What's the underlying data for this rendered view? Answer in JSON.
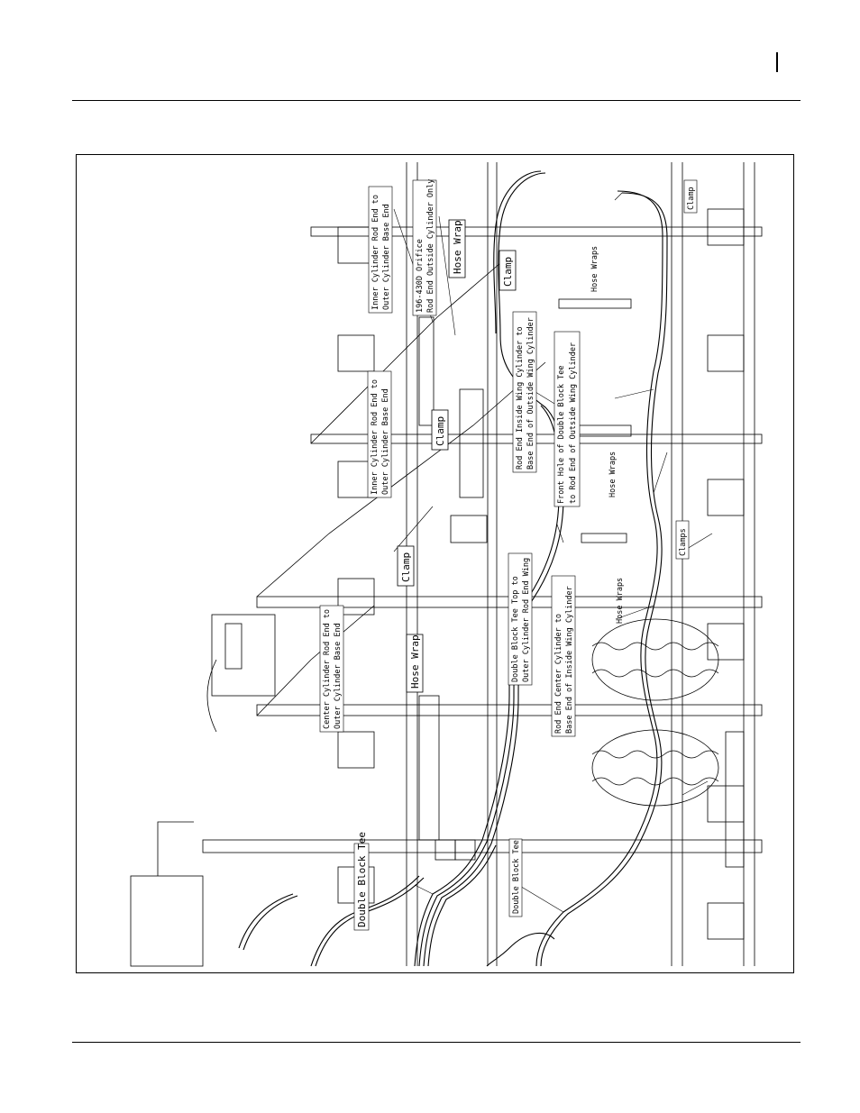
{
  "labels": {
    "inner_cyl_1": [
      "Inner Cylinder Rod End to",
      "Outer Cylinder Base End"
    ],
    "orifice": [
      "196-430D Orifice",
      "Rod End Outside Cylinder Only"
    ],
    "hose_wrap_top": "Hose Wrap",
    "clamp_top": "Clamp",
    "clamp_right": "Clamp",
    "hose_wraps_right": "Hose Wraps",
    "inner_cyl_2": [
      "Inner Cylinder Rod End to",
      "Outer Cylinder Base End"
    ],
    "rod_end_inside": [
      "Rod End Inside Wing Cylinder to",
      "Base End of Outside Wing Cylinder"
    ],
    "clamp_mid": "Clamp",
    "front_hole": [
      "Front Hole of Double Block Tee",
      "to Rod End of Outside Wing Cylinder"
    ],
    "hose_wraps_mid": "Hose Wraps",
    "clamps_right": "Clamps",
    "clamp_left": "Clamp",
    "double_block_tee_top": [
      "Double Block Tee Top to",
      "Outer Cylinder Rod End Wing"
    ],
    "hose_wraps_low": "Hose Wraps",
    "center_cyl": [
      "Center Cylinder Rod End to",
      "Outer Cylinder Base End"
    ],
    "hose_wrap_left": "Hose Wrap",
    "rod_end_center": [
      "Rod End Center Cylinder to",
      "Base End of Inside Wing Cylinder"
    ],
    "double_block_tee_left": "Double Block Tee",
    "double_block_tee_bottom": "Double Block Tee"
  }
}
